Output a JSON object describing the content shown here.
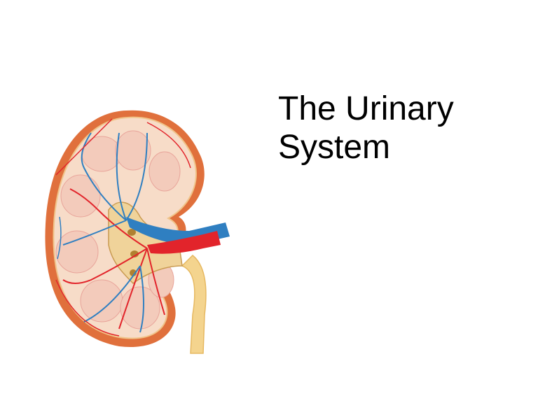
{
  "slide": {
    "title_lines": [
      "The Urinary",
      "System"
    ],
    "illustration": "kidney-cross-section-illustration",
    "colors": {
      "background": "#ffffff",
      "title_text": "#000000",
      "artery": "#e2242b",
      "vein": "#2f7fc1",
      "capsule": "#e0703c",
      "tissue": "#f7dcc8",
      "ureter": "#f4d48e"
    }
  }
}
